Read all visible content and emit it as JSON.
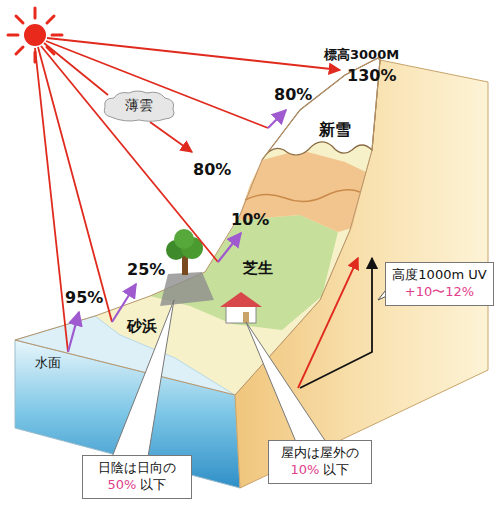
{
  "diagram": {
    "nodes": [
      {
        "text": [
          "薄雲"
        ]
      },
      {
        "text": [
          "日陰は日向の",
          "50%",
          "以下"
        ]
      },
      {
        "text": [
          "屋内は屋外の",
          "10%",
          "以下"
        ]
      },
      {
        "text": [
          "高度1000m UV",
          "+10〜12%"
        ]
      }
    ],
    "labels": [
      "標高3000M",
      "130%",
      "80%",
      "新雪",
      "80%",
      "10%",
      "芝生",
      "25%",
      "95%",
      "砂浜",
      "水面"
    ]
  }
}
